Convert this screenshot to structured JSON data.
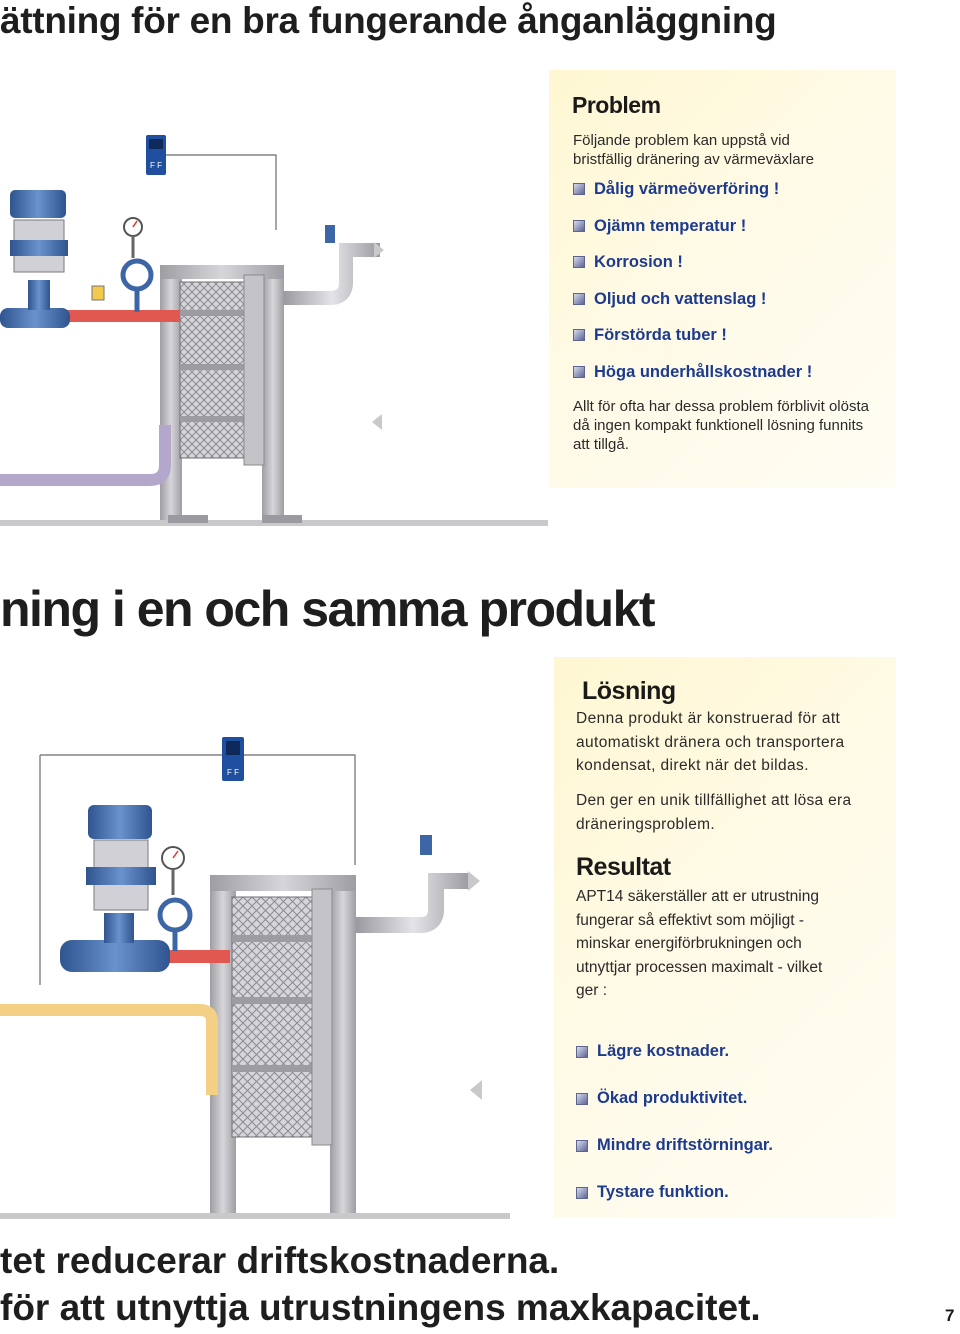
{
  "titles": {
    "top": "ättning för en bra fungerande ånganläggning",
    "middle": "ning i en och samma produkt",
    "bottom_line1": "tet reducerar driftskostnaderna.",
    "bottom_line2": "för att utnyttja utrustningens maxkapacitet."
  },
  "page_number": "7",
  "problem": {
    "heading": "Problem",
    "intro_line1": "Följande problem kan uppstå vid",
    "intro_line2": "bristfällig dränering av värmeväxlare",
    "items": [
      "Dålig värmeöverföring !",
      "Ojämn temperatur !",
      "Korrosion !",
      "Oljud och vattenslag !",
      "Förstörda tuber !",
      "Höga underhållskostnader !"
    ],
    "outro_line1": "Allt för ofta har dessa problem förblivit olösta",
    "outro_line2": "då ingen kompakt funktionell lösning funnits",
    "outro_line3": "att tillgå."
  },
  "solution": {
    "heading": "Lösning",
    "para1_line1": "Denna produkt är konstruerad för att",
    "para1_line2": "automatiskt dränera och transportera",
    "para1_line3": "kondensat, direkt när det bildas.",
    "para2_line1": "Den ger en unik tillfällighet att lösa era",
    "para2_line2": "dräneringsproblem."
  },
  "result": {
    "heading": "Resultat",
    "line1": "APT14 säkerställer att er utrustning",
    "line2": "fungerar så effektivt som möjligt -",
    "line3": "minskar energiförbrukningen och",
    "line4": "utnyttjar processen maximalt - vilket",
    "line5": "ger :",
    "benefits": [
      "Lägre kostnader.",
      "Ökad produktivitet.",
      "Mindre driftstörningar.",
      "Tystare funktion."
    ]
  },
  "diagram_labels": {
    "controller_text": "F F"
  },
  "colors": {
    "heading_blue": "#1d3b8e",
    "panel_yellow": "#fff7d2",
    "pipe_red": "#e0584f",
    "pipe_yellow": "#f3d083",
    "pipe_purple": "#b3a8cc",
    "frame_grey": "#b8b8bc",
    "valve_blue": "#3d66a6"
  }
}
